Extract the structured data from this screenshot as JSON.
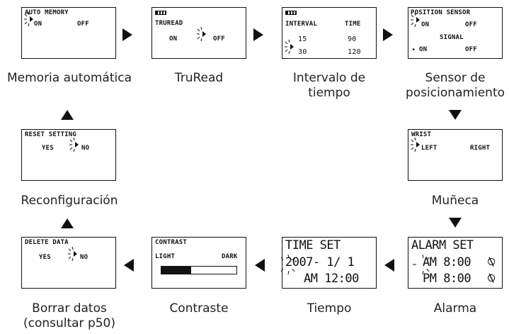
{
  "screens": {
    "auto_memory": {
      "title": "AUTO MEMORY",
      "opt_on": "ON",
      "opt_off": "OFF",
      "caption": "Memoria automática"
    },
    "truread": {
      "title": "TRUREAD",
      "opt_on": "ON",
      "opt_off": "OFF",
      "caption": "TruRead"
    },
    "interval": {
      "col_interval": "INTERVAL",
      "col_time": "TIME",
      "r1a": "15",
      "r1b": "90",
      "r2a": "30",
      "r2b": "120",
      "caption_l1": "Intervalo de",
      "caption_l2": "tiempo"
    },
    "position_sensor": {
      "title": "POSITION SENSOR",
      "opt_on": "ON",
      "opt_off": "OFF",
      "signal_title": "SIGNAL",
      "signal_on": "ON",
      "signal_off": "OFF",
      "caption_l1": "Sensor de",
      "caption_l2": "posicionamiento"
    },
    "wrist": {
      "title": "WRIST",
      "opt_left": "LEFT",
      "opt_right": "RIGHT",
      "caption": "Muñeca"
    },
    "alarm": {
      "title": "ALARM SET",
      "line1": "AM 8:00",
      "line2": "PM 8:00",
      "caption": "Alarma"
    },
    "time": {
      "title": "TIME SET",
      "date": "2007- 1/ 1",
      "clock": "AM 12:00",
      "caption": "Tiempo"
    },
    "contrast": {
      "title": "CONTRAST",
      "light": "LIGHT",
      "dark": "DARK",
      "level_fraction": 0.4,
      "caption": "Contraste"
    },
    "delete_data": {
      "title": "DELETE DATA",
      "opt_yes": "YES",
      "opt_no": "NO",
      "caption_l1": "Borrar datos",
      "caption_l2": "(consultar p50)"
    },
    "reset_setting": {
      "title": "RESET SETTING",
      "opt_yes": "YES",
      "opt_no": "NO",
      "caption": "Reconfiguración"
    }
  },
  "icons": {
    "arrow": "arrow-icon",
    "cursor": "blinking-cursor-icon",
    "battery": "battery-icon",
    "alarm_bell": "alarm-off-icon"
  },
  "colors": {
    "ink": "#111111",
    "background": "#ffffff"
  }
}
